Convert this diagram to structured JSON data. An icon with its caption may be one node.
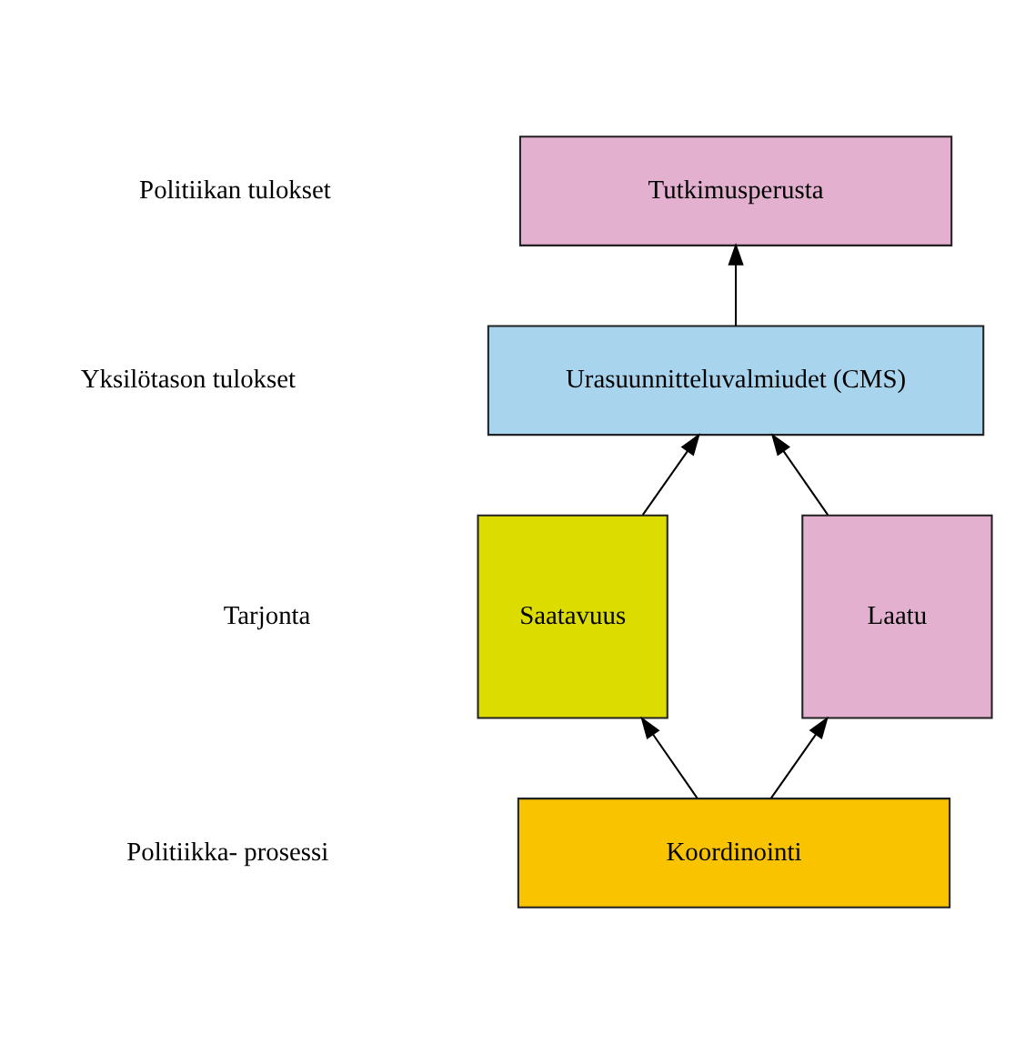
{
  "diagram": {
    "nodes": [
      {
        "text": [
          "Tutkimusperusta"
        ]
      },
      {
        "text": [
          "Urasuunnitteluvalmiudet (CMS)"
        ]
      },
      {
        "text": [
          "Saatavuus"
        ]
      },
      {
        "text": [
          "Laatu"
        ]
      },
      {
        "text": [
          "Koordinointi"
        ]
      }
    ],
    "edges": [
      {
        "from": 4,
        "to": 2,
        "arrow": "to"
      },
      {
        "from": 4,
        "to": 3,
        "arrow": "to"
      },
      {
        "from": 2,
        "to": 1,
        "arrow": "to"
      },
      {
        "from": 3,
        "to": 1,
        "arrow": "to"
      },
      {
        "from": 1,
        "to": 0,
        "arrow": "to"
      }
    ],
    "labels": [
      "Politiikan tulokset",
      "Yksilötason tulokset",
      "Tarjonta",
      "Politiikka- prosessi"
    ]
  }
}
